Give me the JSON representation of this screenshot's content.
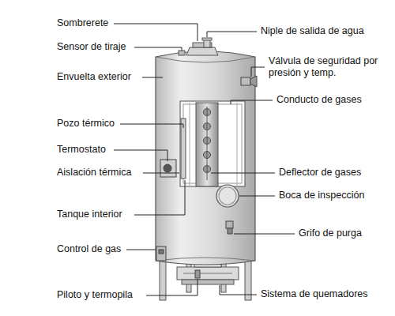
{
  "diagram": {
    "labels": [
      "Sombrerete",
      "Niple de salida de agua",
      "Sensor de tiraje",
      "Válvula de seguridad por presión y temp.",
      "Envuelta exterior",
      "Conducto de gases",
      "Pozo térmico",
      "Termostato",
      "Aislación térmica",
      "Deflector de gases",
      "Boca de inspección",
      "Tanque interior",
      "Grifo de purga",
      "Control de gas",
      "Piloto y termopila",
      "Sistema de quemadores"
    ]
  }
}
